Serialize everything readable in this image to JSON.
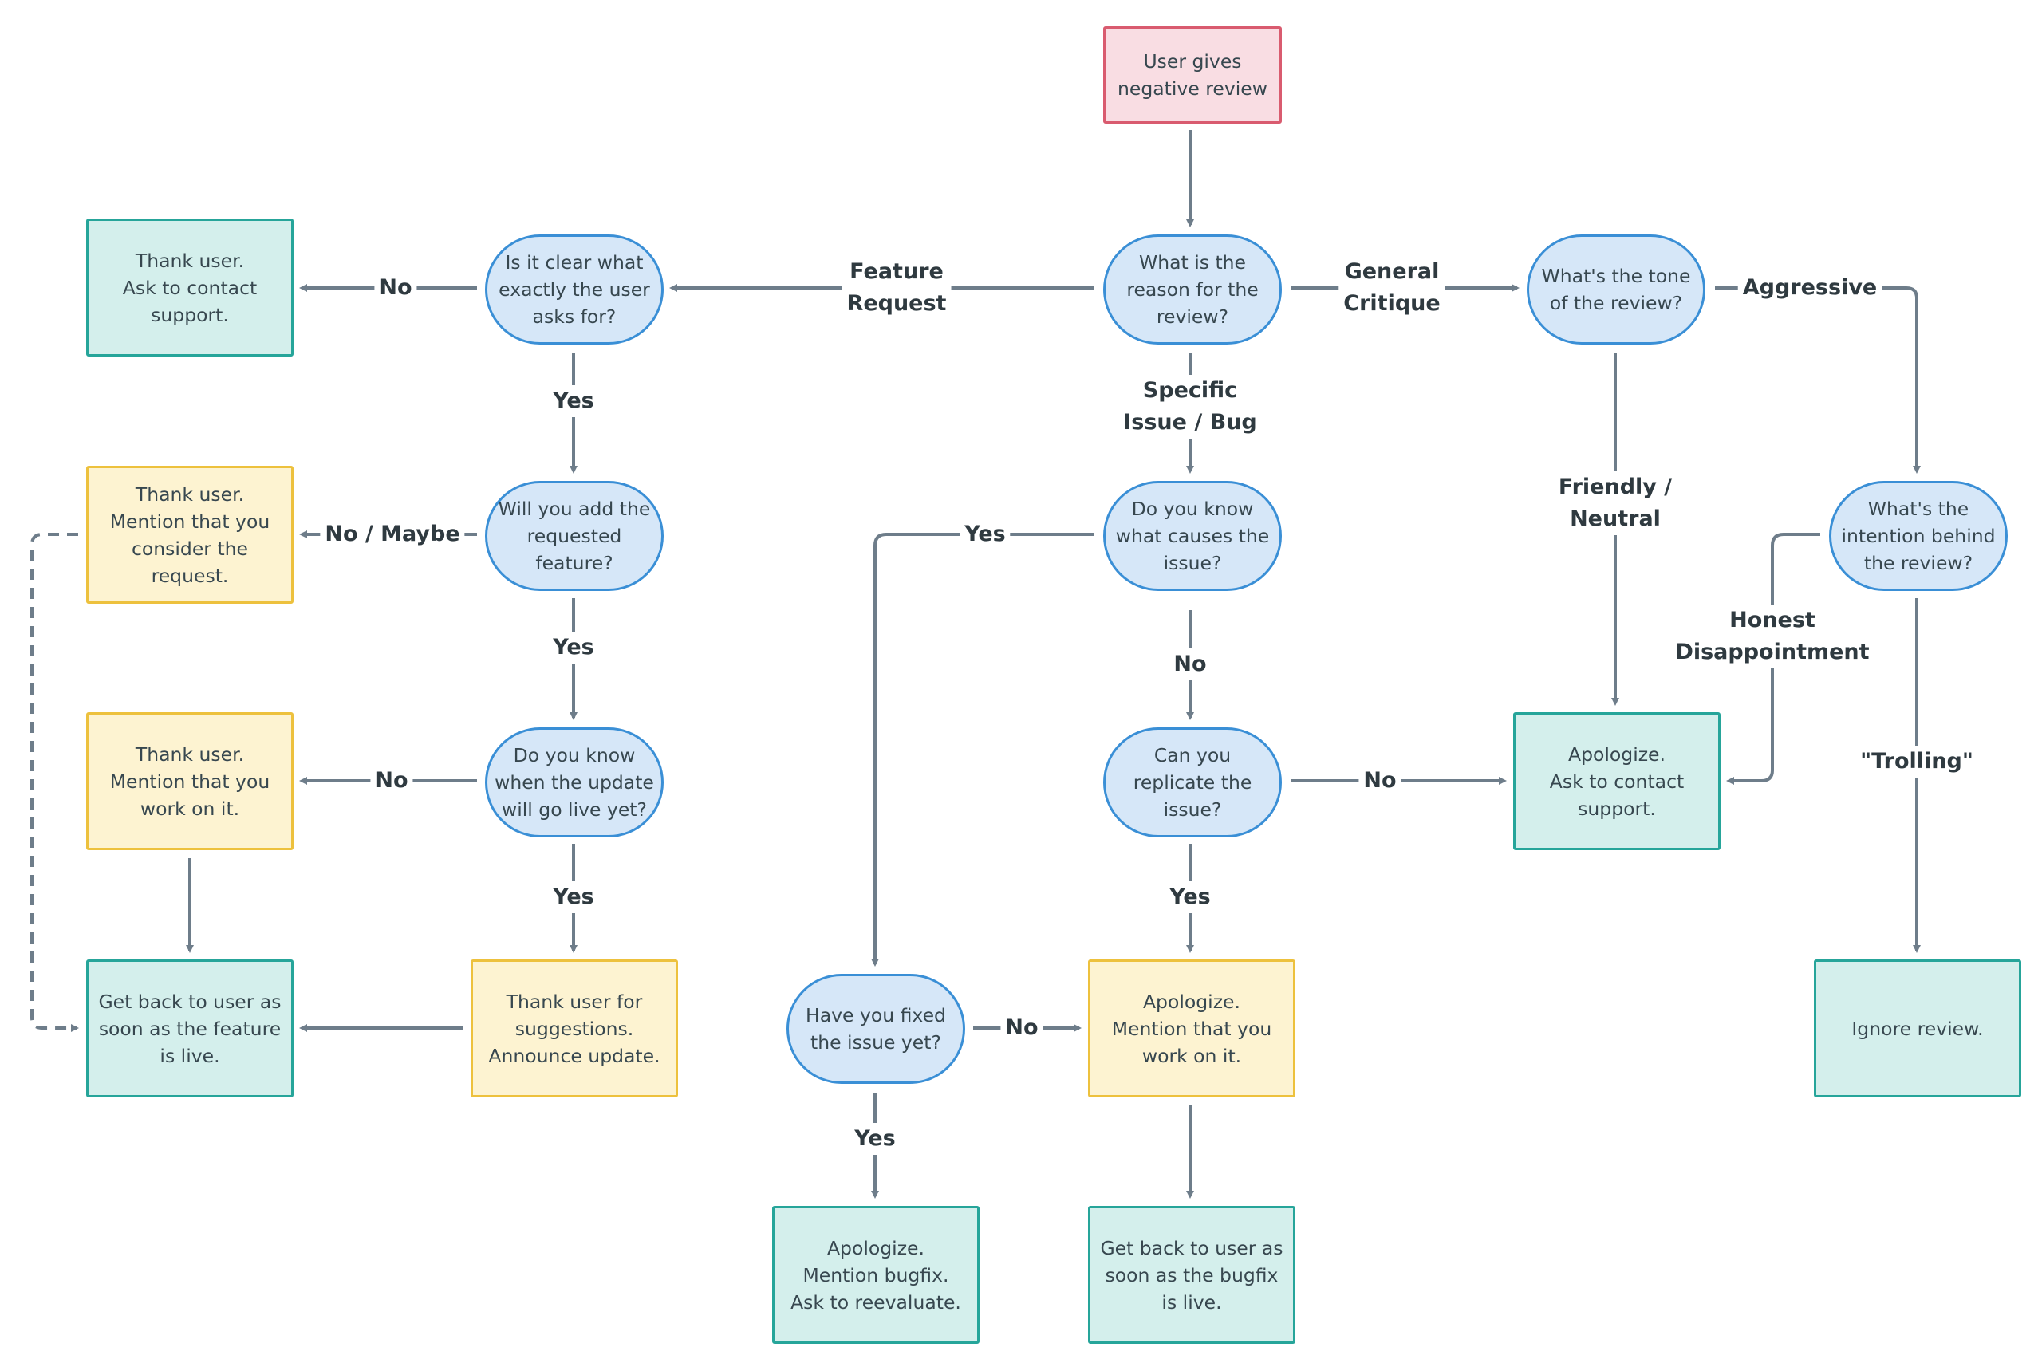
{
  "nodes": {
    "start": "User gives\nnegative review",
    "reason": "What is the\nreason for the\nreview?",
    "clear": "Is it clear what\nexactly the user\nasks for?",
    "thank_contact": "Thank user.\nAsk to contact\nsupport.",
    "tone": "What's the tone\nof the review?",
    "will_add": "Will you add the\nrequested\nfeature?",
    "thank_consider": "Thank user.\nMention that you\nconsider the\nrequest.",
    "know_cause": "Do you know\nwhat causes the\nissue?",
    "intention": "What's the\nintention behind\nthe review?",
    "know_update": "Do you know\nwhen the update\nwill go live yet?",
    "thank_work": "Thank user.\nMention that you\nwork on it.",
    "replicate": "Can you\nreplicate the\nissue?",
    "apologize_contact": "Apologize.\nAsk to contact\nsupport.",
    "get_back_feature": "Get back to user as\nsoon as the feature\nis live.",
    "thank_announce": "Thank user for\nsuggestions.\nAnnounce update.",
    "fixed": "Have you fixed\nthe issue yet?",
    "apologize_work": "Apologize.\nMention that you\nwork on it.",
    "ignore": "Ignore review.",
    "apologize_bugfix": "Apologize.\nMention bugfix.\nAsk to reevaluate.",
    "get_back_bugfix": "Get back to user as\nsoon as the bugfix\nis live."
  },
  "edge_labels": {
    "feature_request": "Feature\nRequest",
    "general_critique": "General\nCritique",
    "specific_issue": "Specific\nIssue / Bug",
    "aggressive": "Aggressive",
    "friendly_neutral": "Friendly /\nNeutral",
    "honest_disappointment": "Honest\nDisappointment",
    "trolling": "\"Trolling\"",
    "clear_no": "No",
    "clear_yes": "Yes",
    "add_no_maybe": "No / Maybe",
    "add_yes": "Yes",
    "update_no": "No",
    "update_yes": "Yes",
    "cause_yes": "Yes",
    "cause_no": "No",
    "replicate_no": "No",
    "replicate_yes": "Yes",
    "fixed_no": "No",
    "fixed_yes": "Yes"
  },
  "colors": {
    "edge": "#6e7d8a",
    "start_fill": "#f9dde3",
    "decision_fill": "#d6e7f8",
    "action_fill": "#d4efec",
    "note_fill": "#fdf3d1"
  }
}
